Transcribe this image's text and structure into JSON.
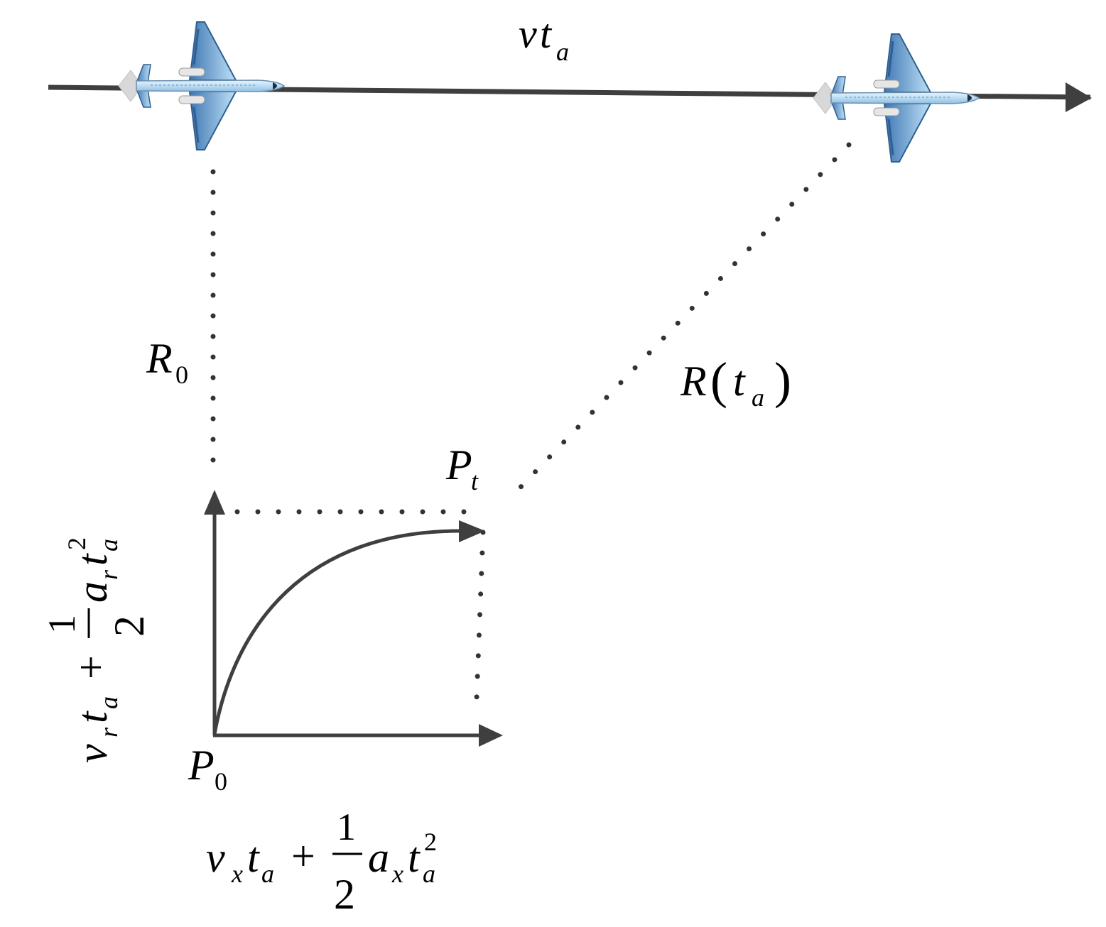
{
  "colors": {
    "line": "#3f3f3f",
    "dot": "#333333",
    "text": "#000000",
    "plane_body": "#cfe6f7",
    "plane_wing": "#6fa6d8",
    "plane_edge": "#2f5f90",
    "plane_engine": "#e6e6e6",
    "plane_tail": "#d9d9d9"
  },
  "labels": {
    "velocity_distance": {
      "main": "v",
      "main2": "t",
      "sub": "a"
    },
    "initial_range": {
      "main": "R",
      "sub": "0"
    },
    "range_t": {
      "main": "R",
      "open": "(",
      "inner": "t",
      "inner_sub": "a",
      "close": ")"
    },
    "point_t": {
      "main": "P",
      "sub": "t"
    },
    "point_0": {
      "main": "P",
      "sub": "0"
    },
    "x_motion": {
      "v": "v",
      "v_sub": "x",
      "t": "t",
      "t_sub": "a",
      "plus": "+",
      "num": "1",
      "den": "2",
      "a": "a",
      "a_sub": "x",
      "t2": "t",
      "t2_sub": "a",
      "exp": "2"
    },
    "r_motion": {
      "v": "v",
      "v_sub": "r",
      "t": "t",
      "t_sub": "a",
      "plus": "+",
      "num": "1",
      "den": "2",
      "a": "a",
      "a_sub": "r",
      "t2": "t",
      "t2_sub": "a",
      "exp": "2"
    }
  },
  "icons": [
    "airplane-icon",
    "airplane-icon"
  ]
}
